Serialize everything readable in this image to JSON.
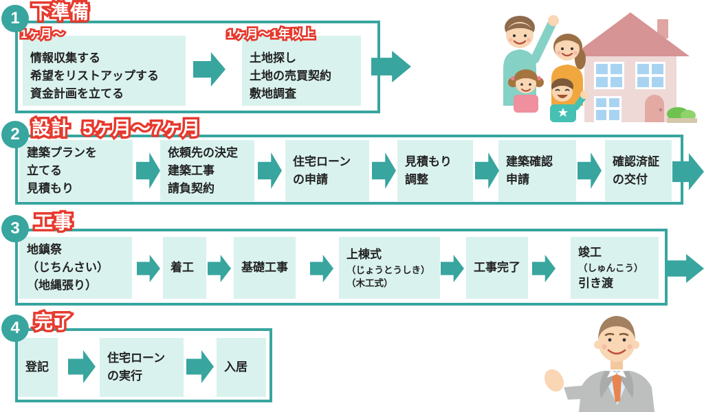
{
  "palette": {
    "teal": "#38A59F",
    "mint": "#D9F2EE",
    "red": "#E63A2E",
    "ink": "#222222"
  },
  "icons": {
    "flow_arrow": "solid-right-arrow",
    "exit_arrow": "solid-right-arrow-large"
  },
  "illustrations": {
    "family_house": "family celebrating in front of new pink house",
    "agent": "man in gray suit and orange tie presenting with open hand"
  },
  "sections": [
    {
      "number": "1",
      "title": "下準備",
      "steps": [
        {
          "time_label": "1ヶ月～",
          "lines": [
            "情報収集する",
            "希望をリストアップする",
            "資金計画を立てる"
          ]
        },
        {
          "time_label": "1ヶ月～1年以上",
          "lines": [
            "土地探し",
            "土地の売買契約",
            "敷地調査"
          ]
        }
      ]
    },
    {
      "number": "2",
      "title": "設計",
      "duration": "5ヶ月～7ヶ月",
      "steps": [
        {
          "lines": [
            "建築プランを",
            "立てる",
            "見積もり"
          ]
        },
        {
          "lines": [
            "依頼先の決定",
            "建築工事",
            "請負契約"
          ]
        },
        {
          "lines": [
            "住宅ローン",
            "の申請"
          ]
        },
        {
          "lines": [
            "見積もり",
            "調整"
          ]
        },
        {
          "lines": [
            "建築確認",
            "申請"
          ]
        },
        {
          "lines": [
            "確認済証",
            "の交付"
          ]
        }
      ]
    },
    {
      "number": "3",
      "title": "工事",
      "steps": [
        {
          "lines": [
            "地鎮祭",
            "（じちんさい）",
            "（地縄張り）"
          ]
        },
        {
          "lines": [
            "着工"
          ]
        },
        {
          "lines": [
            "基礎工事"
          ]
        },
        {
          "lines": [
            "上棟式",
            "（じょうとうしき）",
            "（木工式）"
          ]
        },
        {
          "lines": [
            "工事完了"
          ]
        },
        {
          "lines": [
            "竣工",
            "（しゅんこう）",
            "引き渡"
          ]
        }
      ]
    },
    {
      "number": "4",
      "title": "完了",
      "steps": [
        {
          "lines": [
            "登記"
          ]
        },
        {
          "lines": [
            "住宅ローン",
            "の実行"
          ]
        },
        {
          "lines": [
            "入居"
          ]
        }
      ]
    }
  ]
}
